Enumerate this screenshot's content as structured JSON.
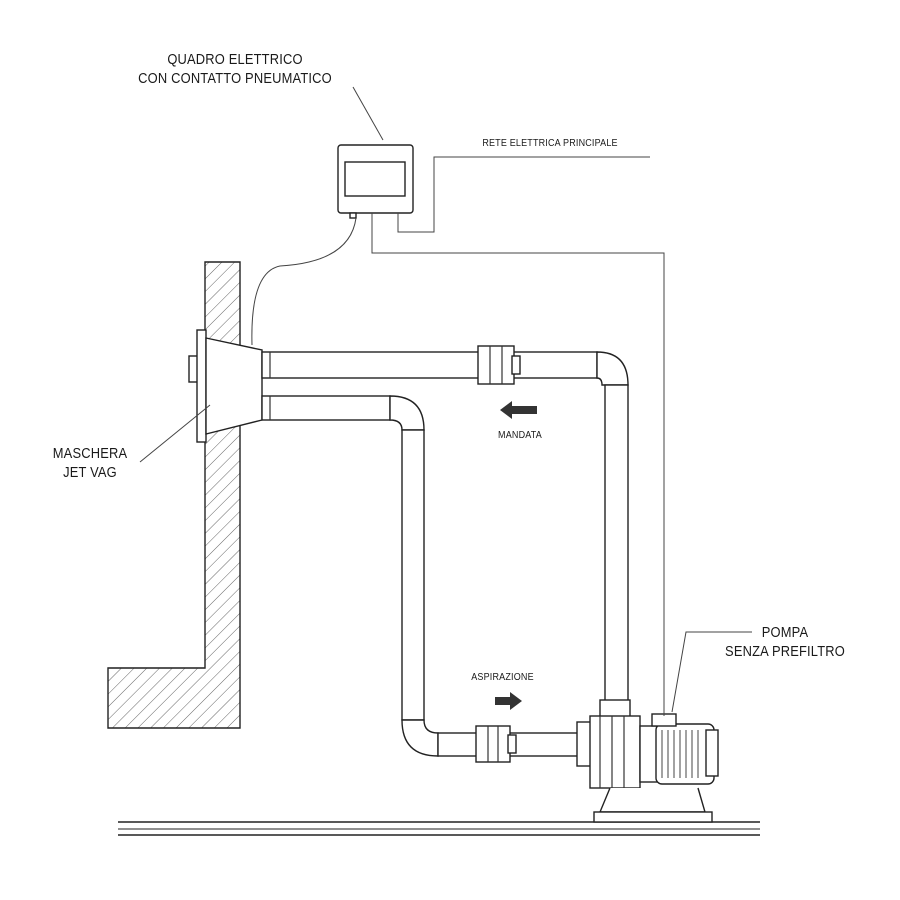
{
  "labels": {
    "quadro_line1": "QUADRO ELETTRICO",
    "quadro_line2": "CON CONTATTO PNEUMATICO",
    "rete": "RETE ELETTRICA PRINCIPALE",
    "maschera_line1": "MASCHERA",
    "maschera_line2": "JET VAG",
    "mandata": "MANDATA",
    "aspirazione": "ASPIRAZIONE",
    "pompa_line1": "POMPA",
    "pompa_line2": "SENZA PREFILTRO"
  },
  "colors": {
    "stroke": "#222222",
    "arrow": "#333333",
    "hatch": "#555555",
    "background": "#ffffff"
  }
}
